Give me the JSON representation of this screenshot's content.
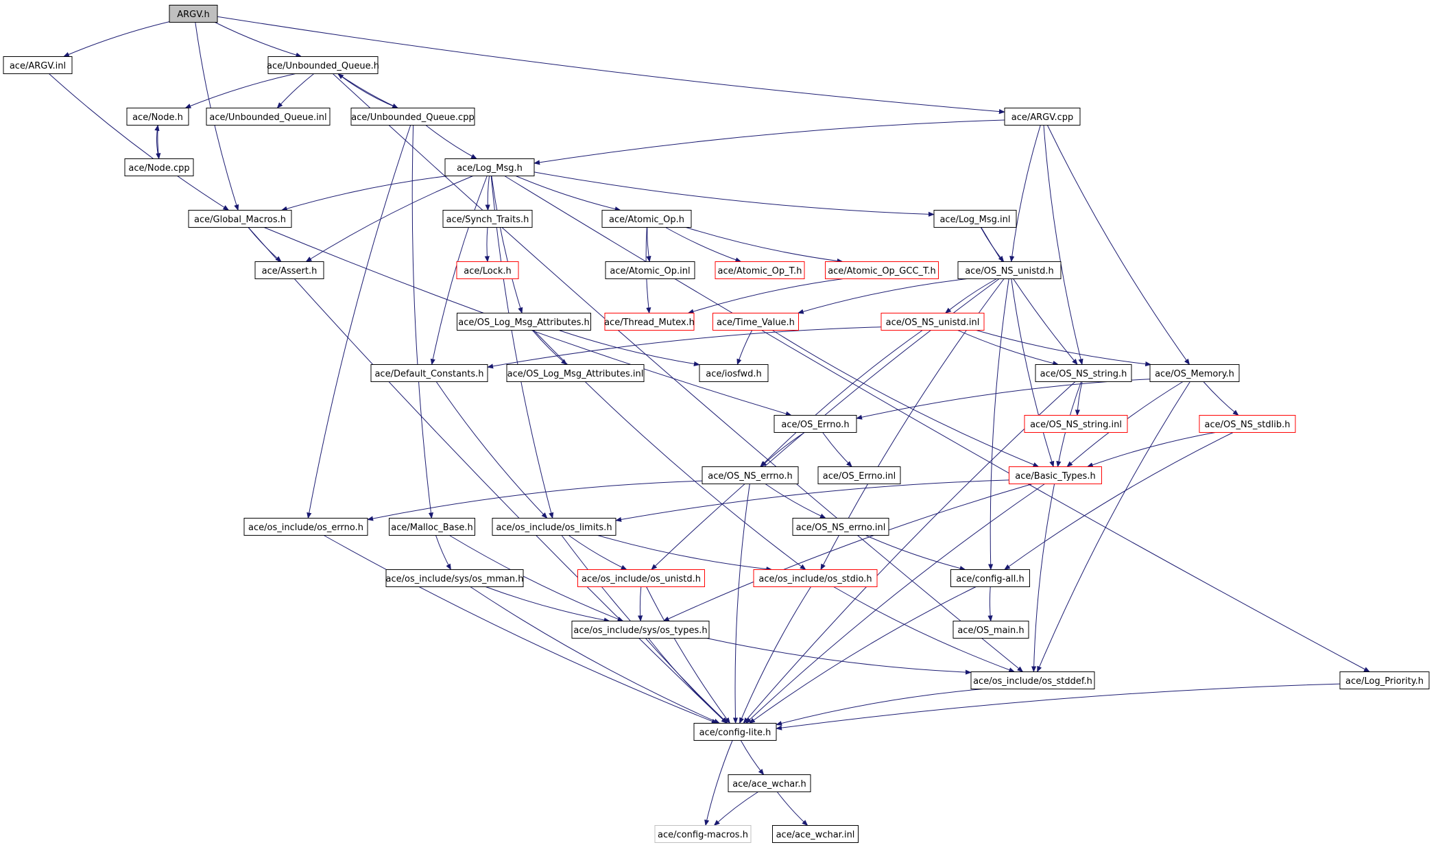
{
  "colors": {
    "edge": "#191970",
    "node_border": "#000000",
    "node_border_truncated": "#ff0000",
    "node_border_external": "#bfbfbf",
    "root_fill": "#bfbfbf",
    "node_fill": "#ffffff",
    "text": "#000000"
  },
  "nodes": [
    {
      "id": "argv_h",
      "label": "ARGV.h",
      "kind": "root"
    },
    {
      "id": "argv_inl",
      "label": "ace/ARGV.inl",
      "kind": "normal"
    },
    {
      "id": "unbounded_queue_h",
      "label": "ace/Unbounded_Queue.h",
      "kind": "normal"
    },
    {
      "id": "node_h",
      "label": "ace/Node.h",
      "kind": "normal"
    },
    {
      "id": "unbounded_queue_inl",
      "label": "ace/Unbounded_Queue.inl",
      "kind": "normal"
    },
    {
      "id": "unbounded_queue_cpp",
      "label": "ace/Unbounded_Queue.cpp",
      "kind": "normal"
    },
    {
      "id": "argv_cpp",
      "label": "ace/ARGV.cpp",
      "kind": "normal"
    },
    {
      "id": "node_cpp",
      "label": "ace/Node.cpp",
      "kind": "normal"
    },
    {
      "id": "log_msg_h",
      "label": "ace/Log_Msg.h",
      "kind": "normal"
    },
    {
      "id": "global_macros_h",
      "label": "ace/Global_Macros.h",
      "kind": "normal"
    },
    {
      "id": "synch_traits_h",
      "label": "ace/Synch_Traits.h",
      "kind": "normal"
    },
    {
      "id": "atomic_op_h",
      "label": "ace/Atomic_Op.h",
      "kind": "normal"
    },
    {
      "id": "log_msg_inl",
      "label": "ace/Log_Msg.inl",
      "kind": "normal"
    },
    {
      "id": "assert_h",
      "label": "ace/Assert.h",
      "kind": "normal"
    },
    {
      "id": "lock_h",
      "label": "ace/Lock.h",
      "kind": "truncated"
    },
    {
      "id": "atomic_op_inl",
      "label": "ace/Atomic_Op.inl",
      "kind": "normal"
    },
    {
      "id": "atomic_op_t_h",
      "label": "ace/Atomic_Op_T.h",
      "kind": "truncated"
    },
    {
      "id": "atomic_op_gcc_t_h",
      "label": "ace/Atomic_Op_GCC_T.h",
      "kind": "truncated"
    },
    {
      "id": "os_ns_unistd_h",
      "label": "ace/OS_NS_unistd.h",
      "kind": "normal"
    },
    {
      "id": "os_log_msg_attributes_h",
      "label": "ace/OS_Log_Msg_Attributes.h",
      "kind": "normal"
    },
    {
      "id": "thread_mutex_h",
      "label": "ace/Thread_Mutex.h",
      "kind": "truncated"
    },
    {
      "id": "time_value_h",
      "label": "ace/Time_Value.h",
      "kind": "truncated"
    },
    {
      "id": "os_ns_unistd_inl",
      "label": "ace/OS_NS_unistd.inl",
      "kind": "truncated"
    },
    {
      "id": "default_constants_h",
      "label": "ace/Default_Constants.h",
      "kind": "normal"
    },
    {
      "id": "os_log_msg_attributes_inl",
      "label": "ace/OS_Log_Msg_Attributes.inl",
      "kind": "normal"
    },
    {
      "id": "iosfwd_h",
      "label": "ace/iosfwd.h",
      "kind": "normal"
    },
    {
      "id": "os_ns_string_h",
      "label": "ace/OS_NS_string.h",
      "kind": "normal"
    },
    {
      "id": "os_memory_h",
      "label": "ace/OS_Memory.h",
      "kind": "normal"
    },
    {
      "id": "os_errno_h",
      "label": "ace/OS_Errno.h",
      "kind": "normal"
    },
    {
      "id": "os_ns_string_inl",
      "label": "ace/OS_NS_string.inl",
      "kind": "truncated"
    },
    {
      "id": "os_ns_stdlib_h",
      "label": "ace/OS_NS_stdlib.h",
      "kind": "truncated"
    },
    {
      "id": "os_ns_errno_h",
      "label": "ace/OS_NS_errno.h",
      "kind": "normal"
    },
    {
      "id": "os_errno_inl",
      "label": "ace/OS_Errno.inl",
      "kind": "normal"
    },
    {
      "id": "basic_types_h",
      "label": "ace/Basic_Types.h",
      "kind": "truncated"
    },
    {
      "id": "os_include_os_errno_h",
      "label": "ace/os_include/os_errno.h",
      "kind": "normal"
    },
    {
      "id": "malloc_base_h",
      "label": "ace/Malloc_Base.h",
      "kind": "normal"
    },
    {
      "id": "os_include_os_limits_h",
      "label": "ace/os_include/os_limits.h",
      "kind": "normal"
    },
    {
      "id": "os_ns_errno_inl",
      "label": "ace/OS_NS_errno.inl",
      "kind": "normal"
    },
    {
      "id": "os_include_sys_os_mman_h",
      "label": "ace/os_include/sys/os_mman.h",
      "kind": "normal"
    },
    {
      "id": "os_include_os_unistd_h",
      "label": "ace/os_include/os_unistd.h",
      "kind": "truncated"
    },
    {
      "id": "os_include_os_stdio_h",
      "label": "ace/os_include/os_stdio.h",
      "kind": "truncated"
    },
    {
      "id": "config_all_h",
      "label": "ace/config-all.h",
      "kind": "normal"
    },
    {
      "id": "os_include_sys_os_types_h",
      "label": "ace/os_include/sys/os_types.h",
      "kind": "normal"
    },
    {
      "id": "os_main_h",
      "label": "ace/OS_main.h",
      "kind": "normal"
    },
    {
      "id": "os_include_os_stddef_h",
      "label": "ace/os_include/os_stddef.h",
      "kind": "normal"
    },
    {
      "id": "log_priority_h",
      "label": "ace/Log_Priority.h",
      "kind": "normal"
    },
    {
      "id": "config_lite_h",
      "label": "ace/config-lite.h",
      "kind": "normal"
    },
    {
      "id": "ace_wchar_h",
      "label": "ace/ace_wchar.h",
      "kind": "normal"
    },
    {
      "id": "config_macros_h",
      "label": "ace/config-macros.h",
      "kind": "external"
    },
    {
      "id": "ace_wchar_inl",
      "label": "ace/ace_wchar.inl",
      "kind": "normal"
    }
  ],
  "edges": [
    [
      "argv_h",
      "argv_inl"
    ],
    [
      "argv_h",
      "unbounded_queue_h"
    ],
    [
      "argv_h",
      "argv_cpp"
    ],
    [
      "argv_h",
      "global_macros_h"
    ],
    [
      "argv_inl",
      "global_macros_h"
    ],
    [
      "unbounded_queue_h",
      "node_h"
    ],
    [
      "unbounded_queue_h",
      "unbounded_queue_inl"
    ],
    [
      "unbounded_queue_h",
      "unbounded_queue_cpp"
    ],
    [
      "unbounded_queue_h",
      "os_include_os_stddef_h"
    ],
    [
      "unbounded_queue_cpp",
      "unbounded_queue_h"
    ],
    [
      "unbounded_queue_cpp",
      "log_msg_h"
    ],
    [
      "unbounded_queue_cpp",
      "malloc_base_h"
    ],
    [
      "unbounded_queue_cpp",
      "os_include_os_errno_h"
    ],
    [
      "node_h",
      "node_cpp"
    ],
    [
      "node_cpp",
      "node_h"
    ],
    [
      "argv_cpp",
      "log_msg_h"
    ],
    [
      "argv_cpp",
      "os_ns_unistd_h"
    ],
    [
      "argv_cpp",
      "os_ns_string_h"
    ],
    [
      "argv_cpp",
      "os_memory_h"
    ],
    [
      "log_msg_h",
      "global_macros_h"
    ],
    [
      "log_msg_h",
      "synch_traits_h"
    ],
    [
      "log_msg_h",
      "atomic_op_h"
    ],
    [
      "log_msg_h",
      "log_msg_inl"
    ],
    [
      "log_msg_h",
      "assert_h"
    ],
    [
      "log_msg_h",
      "os_log_msg_attributes_h"
    ],
    [
      "log_msg_h",
      "default_constants_h"
    ],
    [
      "log_msg_h",
      "log_priority_h"
    ],
    [
      "log_msg_h",
      "os_include_os_limits_h"
    ],
    [
      "global_macros_h",
      "assert_h"
    ],
    [
      "global_macros_h",
      "os_errno_h"
    ],
    [
      "global_macros_h",
      "config_lite_h"
    ],
    [
      "synch_traits_h",
      "lock_h"
    ],
    [
      "atomic_op_h",
      "atomic_op_inl"
    ],
    [
      "atomic_op_h",
      "atomic_op_t_h"
    ],
    [
      "atomic_op_h",
      "atomic_op_gcc_t_h"
    ],
    [
      "atomic_op_h",
      "thread_mutex_h"
    ],
    [
      "atomic_op_gcc_t_h",
      "thread_mutex_h"
    ],
    [
      "log_msg_inl",
      "os_ns_unistd_h"
    ],
    [
      "log_msg_inl",
      "os_ns_string_h"
    ],
    [
      "os_ns_unistd_h",
      "time_value_h"
    ],
    [
      "os_ns_unistd_h",
      "os_ns_unistd_inl"
    ],
    [
      "os_ns_unistd_h",
      "basic_types_h"
    ],
    [
      "os_ns_unistd_h",
      "config_all_h"
    ],
    [
      "os_ns_unistd_h",
      "os_include_os_unistd_h"
    ],
    [
      "os_ns_unistd_h",
      "os_include_os_stdio_h"
    ],
    [
      "os_log_msg_attributes_h",
      "os_log_msg_attributes_inl"
    ],
    [
      "os_log_msg_attributes_h",
      "iosfwd_h"
    ],
    [
      "os_log_msg_attributes_h",
      "os_include_os_stdio_h"
    ],
    [
      "time_value_h",
      "iosfwd_h"
    ],
    [
      "time_value_h",
      "basic_types_h"
    ],
    [
      "os_ns_unistd_inl",
      "default_constants_h"
    ],
    [
      "os_ns_unistd_inl",
      "os_ns_string_h"
    ],
    [
      "os_ns_unistd_inl",
      "os_memory_h"
    ],
    [
      "os_ns_unistd_inl",
      "os_ns_errno_h"
    ],
    [
      "default_constants_h",
      "os_include_os_limits_h"
    ],
    [
      "os_ns_string_h",
      "os_ns_string_inl"
    ],
    [
      "os_ns_string_h",
      "basic_types_h"
    ],
    [
      "os_ns_string_h",
      "config_lite_h"
    ],
    [
      "os_memory_h",
      "os_errno_h"
    ],
    [
      "os_memory_h",
      "os_ns_stdlib_h"
    ],
    [
      "os_memory_h",
      "basic_types_h"
    ],
    [
      "os_memory_h",
      "os_include_os_stddef_h"
    ],
    [
      "os_errno_h",
      "os_ns_errno_h"
    ],
    [
      "os_errno_h",
      "os_errno_inl"
    ],
    [
      "os_ns_stdlib_h",
      "basic_types_h"
    ],
    [
      "os_ns_stdlib_h",
      "config_all_h"
    ],
    [
      "os_ns_errno_h",
      "os_include_os_errno_h"
    ],
    [
      "os_ns_errno_h",
      "os_ns_errno_inl"
    ],
    [
      "os_ns_errno_h",
      "config_lite_h"
    ],
    [
      "basic_types_h",
      "os_include_os_limits_h"
    ],
    [
      "basic_types_h",
      "os_include_sys_os_types_h"
    ],
    [
      "basic_types_h",
      "os_include_os_stddef_h"
    ],
    [
      "basic_types_h",
      "config_lite_h"
    ],
    [
      "os_include_os_errno_h",
      "config_lite_h"
    ],
    [
      "malloc_base_h",
      "os_include_sys_os_mman_h"
    ],
    [
      "malloc_base_h",
      "os_include_sys_os_types_h"
    ],
    [
      "os_include_os_limits_h",
      "os_include_os_unistd_h"
    ],
    [
      "os_include_os_limits_h",
      "os_include_os_stdio_h"
    ],
    [
      "os_include_os_limits_h",
      "config_lite_h"
    ],
    [
      "os_ns_errno_inl",
      "config_all_h"
    ],
    [
      "os_include_sys_os_mman_h",
      "os_include_sys_os_types_h"
    ],
    [
      "os_include_sys_os_mman_h",
      "config_lite_h"
    ],
    [
      "os_include_os_unistd_h",
      "os_include_sys_os_types_h"
    ],
    [
      "os_include_os_unistd_h",
      "config_lite_h"
    ],
    [
      "os_include_os_stdio_h",
      "config_lite_h"
    ],
    [
      "os_include_os_stdio_h",
      "os_include_os_stddef_h"
    ],
    [
      "config_all_h",
      "os_main_h"
    ],
    [
      "config_all_h",
      "config_lite_h"
    ],
    [
      "os_include_sys_os_types_h",
      "os_include_os_stddef_h"
    ],
    [
      "os_include_sys_os_types_h",
      "config_lite_h"
    ],
    [
      "os_include_os_stddef_h",
      "config_lite_h"
    ],
    [
      "log_priority_h",
      "config_lite_h"
    ],
    [
      "config_lite_h",
      "ace_wchar_h"
    ],
    [
      "config_lite_h",
      "config_macros_h"
    ],
    [
      "ace_wchar_h",
      "config_macros_h"
    ],
    [
      "ace_wchar_h",
      "ace_wchar_inl"
    ]
  ]
}
